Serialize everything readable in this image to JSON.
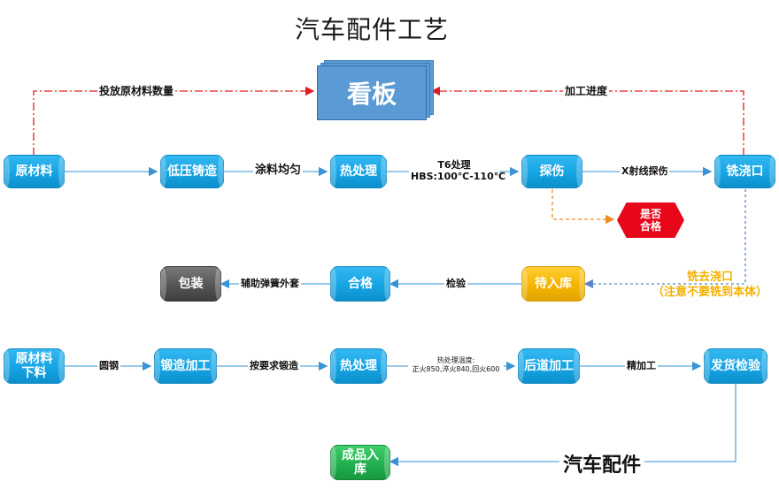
{
  "title": "汽车配件工艺",
  "board": {
    "label": "看板"
  },
  "top_labels": {
    "left": "投放原材料数量",
    "right": "加工进度"
  },
  "row1": {
    "raw_material": "原材料",
    "low_pressure_casting": "低压铸造",
    "coating_label": "涂料均匀",
    "heat_treatment": "热处理",
    "t6_line1": "T6处理",
    "t6_line2": "HBS:100℃-110℃",
    "inspection": "探伤",
    "xray_label": "X射线探伤",
    "mill_gate": "铣浇口"
  },
  "qualified_check": {
    "line1": "是否",
    "line2": "合格"
  },
  "row2": {
    "packaging": "包装",
    "spring_label": "辅助弹簧外套",
    "qualified": "合格",
    "check_label": "检验",
    "pending_storage": "待入库",
    "note_line1": "铣去浇口",
    "note_line2": "（注意不要铣到本体）"
  },
  "row3": {
    "raw_cutting_line1": "原材料",
    "raw_cutting_line2": "下料",
    "round_steel": "圆钢",
    "forging": "锻造加工",
    "forging_label": "按要求锻造",
    "heat_treatment": "热处理",
    "temp_line1": "热处理温度:",
    "temp_line2": "正火850,淬火840,回火600",
    "post_process": "后道加工",
    "finishing_label": "精加工",
    "shipping_check": "发货检验"
  },
  "row4": {
    "finished_storage_line1": "成品入",
    "finished_storage_line2": "库",
    "auto_parts": "汽车配件"
  },
  "colors": {
    "node_blue": "#15a4e4",
    "node_orange": "#f4b400",
    "node_green": "#22b04e",
    "node_dark": "#555555",
    "board": "#5b9bd5",
    "diamond": "#e8071a",
    "red_dash": "#e02020",
    "orange_dash": "#f08a24",
    "blue_dash": "#5b86c5",
    "arrow_line": "#5aa9de"
  }
}
